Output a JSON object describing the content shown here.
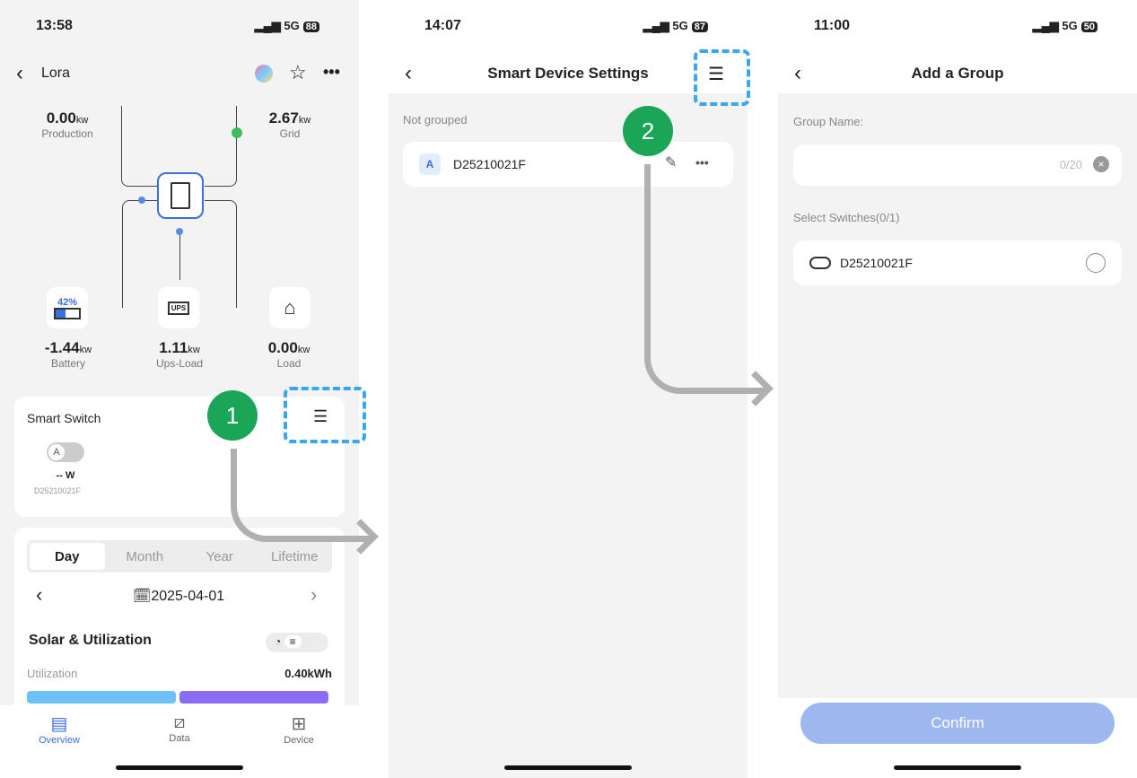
{
  "screen1": {
    "time": "13:58",
    "network": "5G",
    "battery": "88",
    "title": "Lora",
    "flow": {
      "production": {
        "value": "0.00",
        "unit": "kw",
        "label": "Production"
      },
      "grid": {
        "value": "2.67",
        "unit": "kw",
        "label": "Grid"
      },
      "battery": {
        "value": "-1.44",
        "unit": "kw",
        "label": "Battery",
        "soc": "42%"
      },
      "ups": {
        "value": "1.11",
        "unit": "kw",
        "label": "Ups-Load",
        "icon_text": "UPS"
      },
      "load": {
        "value": "0.00",
        "unit": "kw",
        "label": "Load"
      }
    },
    "smart_switch": {
      "title": "Smart Switch",
      "power": "-- W",
      "device": "D25210021F",
      "toggle_letter": "A"
    },
    "tabs": [
      "Day",
      "Month",
      "Year",
      "Lifetime"
    ],
    "date": "2025-04-01",
    "solar": {
      "title": "Solar & Utilization",
      "util_label": "Utilization",
      "util_value": "0.40kWh",
      "bar_colors": [
        "#6cc2f7",
        "#8b6cf4"
      ]
    },
    "bottom_nav": [
      "Overview",
      "Data",
      "Device"
    ]
  },
  "screen2": {
    "time": "14:07",
    "network": "5G",
    "battery": "87",
    "title": "Smart Device Settings",
    "section": "Not grouped",
    "device": "D25210021F"
  },
  "screen3": {
    "time": "11:00",
    "network": "5G",
    "battery": "50",
    "title": "Add a Group",
    "group_name_label": "Group Name:",
    "counter": "0/20",
    "select_label": "Select Switches(0/1)",
    "device": "D25210021F",
    "confirm": "Confirm"
  },
  "annotations": {
    "step1": "1",
    "step2": "2"
  },
  "colors": {
    "accent": "#3a6fe0",
    "highlight": "#3aa6f0",
    "step": "#1aa557",
    "confirm": "#9db8ee"
  }
}
